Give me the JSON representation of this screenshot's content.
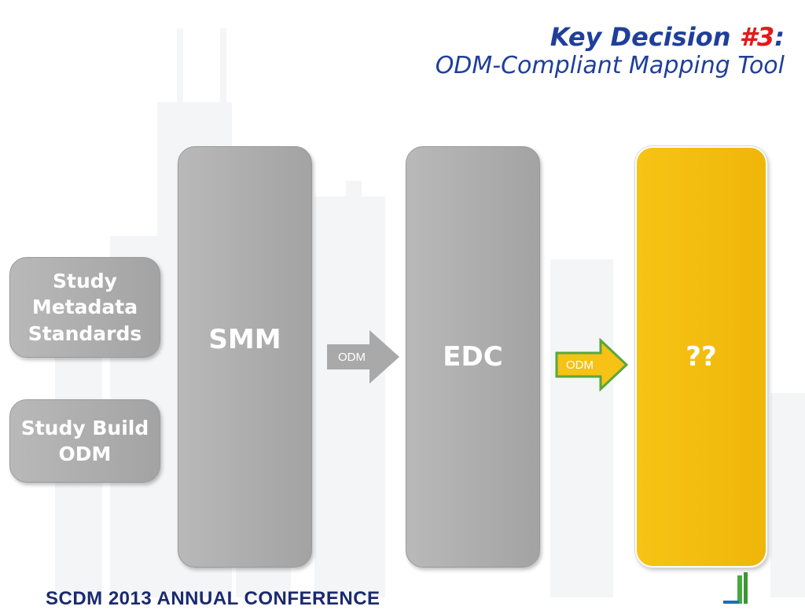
{
  "title": {
    "line1_prefix": "Key Decision ",
    "line1_number": "#3",
    "line1_suffix": ":",
    "line2": "ODM-Compliant Mapping Tool"
  },
  "inputs": {
    "metadata_standards": "Study\nMetadata\nStandards",
    "study_build": "Study Build\nODM"
  },
  "boxes": {
    "smm": "SMM",
    "edc": "EDC",
    "target": "??"
  },
  "arrows": {
    "smm_to_edc": "ODM",
    "edc_to_target": "ODM"
  },
  "colors": {
    "title_blue": "#1f3f9a",
    "accent_red": "#e01b1b",
    "box_gray": "#a8a8a8",
    "target_yellow": "#f3bd0f",
    "arrow_green": "#59a73a",
    "arrow_green_fill": "#f5c215"
  },
  "footer": {
    "text": "SCDM 2013 ANNUAL CONFERENCE"
  }
}
